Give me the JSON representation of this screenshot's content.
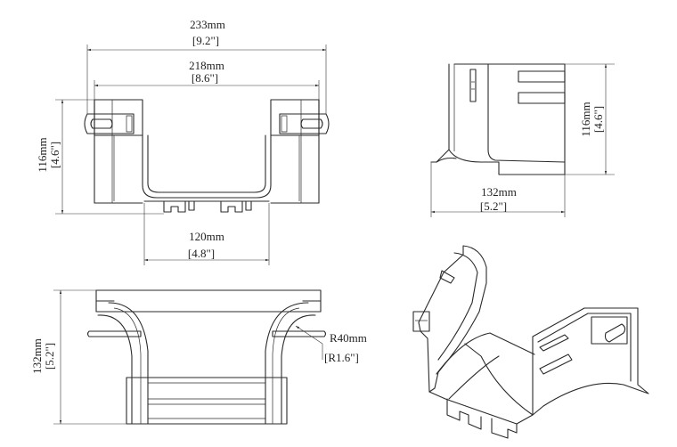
{
  "front_view": {
    "overall_width_mm": "233mm",
    "overall_width_in": "[9.2\"]",
    "inner_width_mm": "218mm",
    "inner_width_in": "[8.6\"]",
    "height_mm": "116mm",
    "height_in": "[4.6\"]",
    "base_width_mm": "120mm",
    "base_width_in": "[4.8\"]"
  },
  "side_view": {
    "height_mm": "116mm",
    "height_in": "[4.6\"]",
    "depth_mm": "132mm",
    "depth_in": "[5.2\"]"
  },
  "top_view": {
    "length_mm": "132mm",
    "length_in": "[5.2\"]",
    "radius_mm": "R40mm",
    "radius_in": "[R1.6\"]"
  }
}
